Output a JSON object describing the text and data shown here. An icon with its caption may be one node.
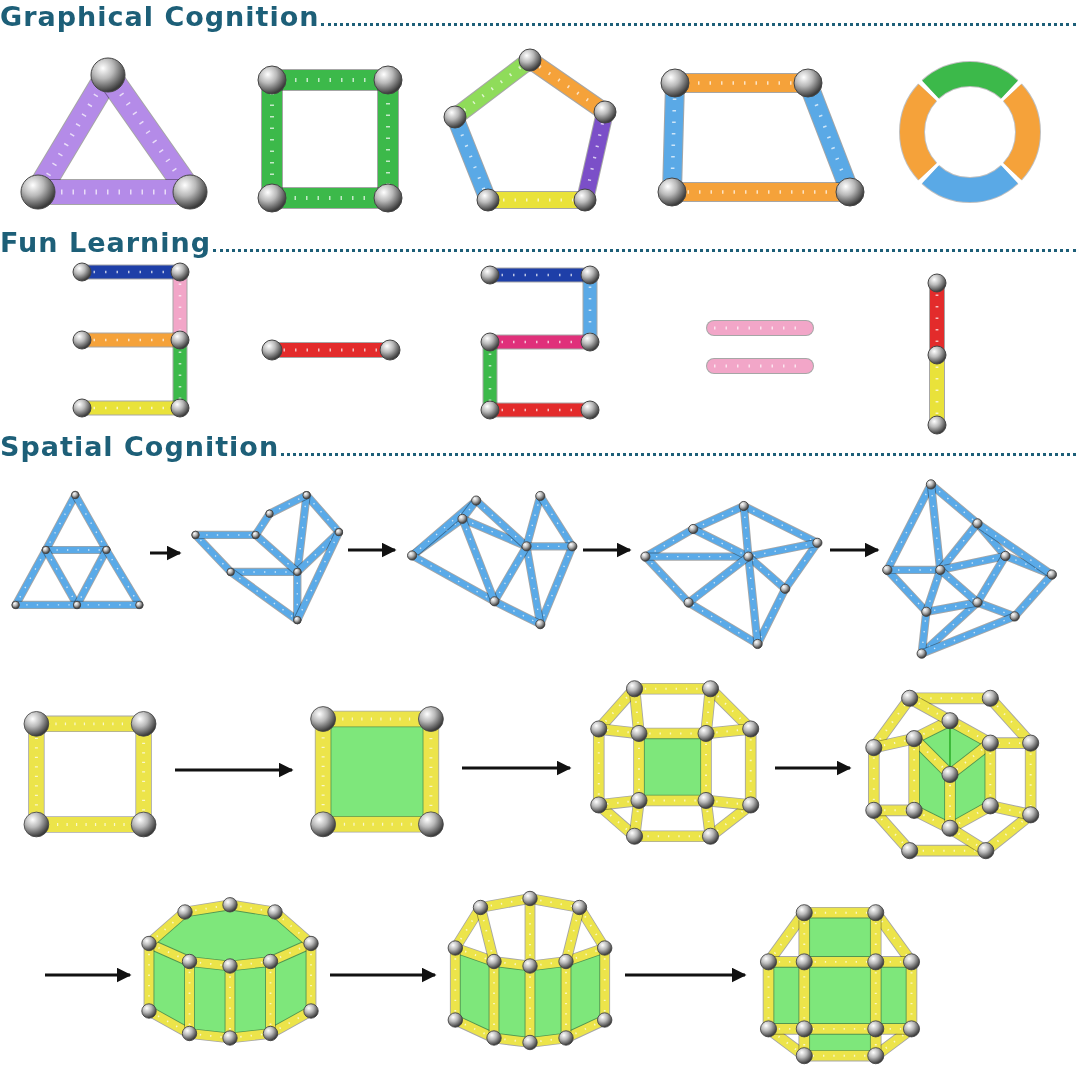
{
  "diagram": {
    "nodes": [
      {
        "text": [],
        "shape": "picture"
      },
      {
        "text": [],
        "shape": "picture"
      },
      {
        "text": [],
        "shape": "picture"
      },
      {
        "text": [],
        "shape": "picture"
      },
      {
        "text": [],
        "shape": "picture"
      },
      {
        "text": [],
        "shape": "picture"
      },
      {
        "text": [],
        "shape": "picture"
      },
      {
        "text": [],
        "shape": "picture"
      },
      {
        "text": [],
        "shape": "picture"
      },
      {
        "text": [],
        "shape": "picture"
      },
      {
        "text": [],
        "shape": "picture"
      },
      {
        "text": [],
        "shape": "picture"
      }
    ],
    "edges": [
      {
        "from": 0,
        "to": 1,
        "arrow": "to"
      },
      {
        "from": 1,
        "to": 2,
        "arrow": "to"
      },
      {
        "from": 2,
        "to": 3,
        "arrow": "to"
      },
      {
        "from": 3,
        "to": 4,
        "arrow": "to"
      },
      {
        "from": 5,
        "to": 6,
        "arrow": "to"
      },
      {
        "from": 6,
        "to": 7,
        "arrow": "to"
      },
      {
        "from": 7,
        "to": 8,
        "arrow": "to"
      },
      {
        "from": null,
        "to": 9,
        "arrow": "to"
      },
      {
        "from": 9,
        "to": 10,
        "arrow": "to"
      },
      {
        "from": 10,
        "to": 11,
        "arrow": "to"
      }
    ],
    "labels": [
      "Graphical Cognition",
      "Fun Learning",
      "Spatial Cognition"
    ]
  }
}
